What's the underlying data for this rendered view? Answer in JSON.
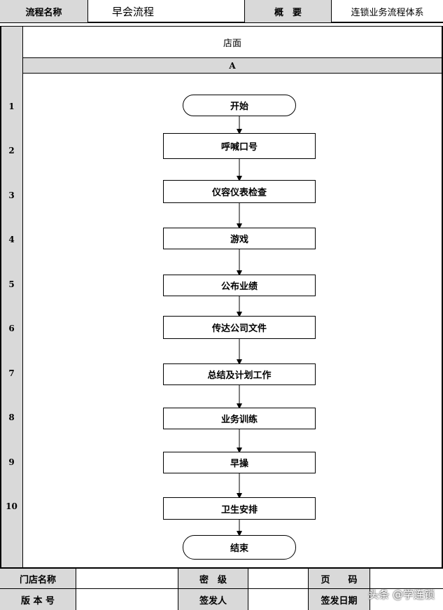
{
  "header": {
    "name_label": "流程名称",
    "name_value": "早会流程",
    "overview_label": "概　要",
    "overview_value": "连锁业务流程体系"
  },
  "lane": {
    "title": "店面",
    "column": "A"
  },
  "rows": [
    "1",
    "2",
    "3",
    "4",
    "5",
    "6",
    "7",
    "8",
    "9",
    "10"
  ],
  "steps": {
    "start": "开始",
    "s2": "呼喊口号",
    "s3": "仪容仪表检查",
    "s4": "游戏",
    "s5": "公布业绩",
    "s6": "传达公司文件",
    "s7": "总结及计划工作",
    "s8": "业务训练",
    "s9": "早操",
    "s10": "卫生安排",
    "end": "结束"
  },
  "footer": {
    "store_label": "门店名称",
    "secret_label": "密　级",
    "page_label": "页　　码",
    "version_label": "版 本 号",
    "issuer_label": "签发人",
    "date_label": "签发日期"
  },
  "watermark": "头条 @学连锁"
}
